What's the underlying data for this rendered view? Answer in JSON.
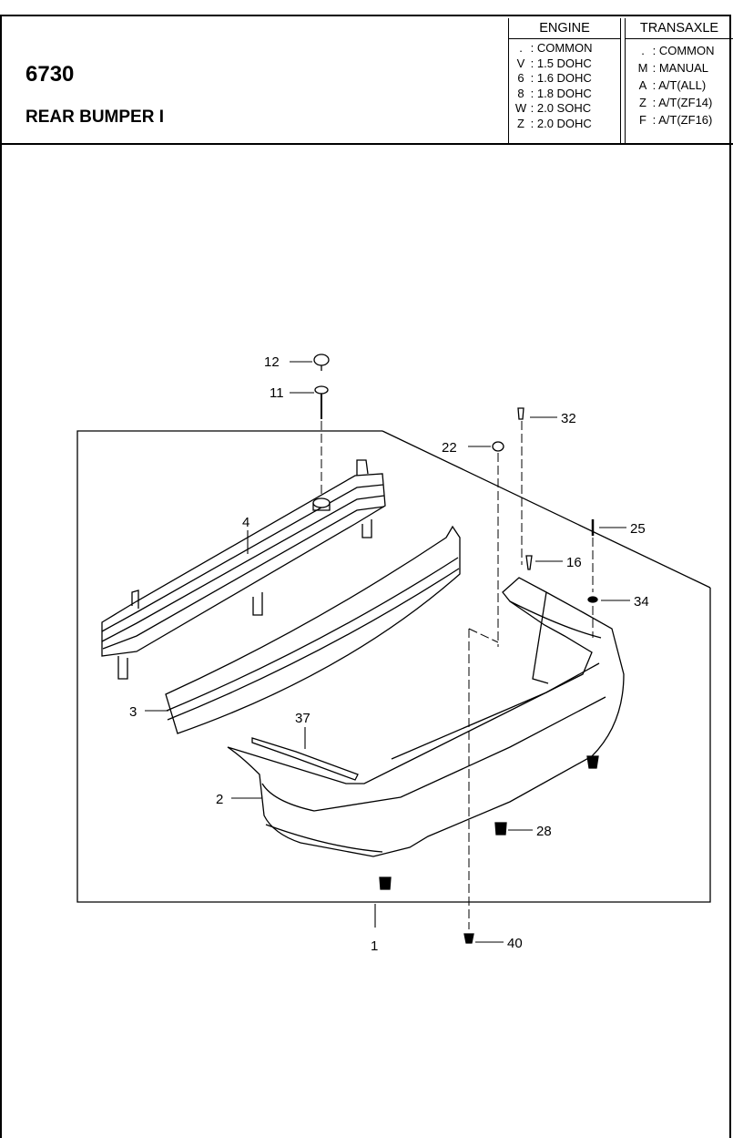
{
  "header": {
    "part_number": "6730",
    "title": "REAR BUMPER I"
  },
  "engine": {
    "heading": "ENGINE",
    "rows": [
      {
        "code": ".",
        "desc": ": COMMON"
      },
      {
        "code": "V",
        "desc": ": 1.5 DOHC"
      },
      {
        "code": "6",
        "desc": ": 1.6 DOHC"
      },
      {
        "code": "8",
        "desc": ": 1.8 DOHC"
      },
      {
        "code": "W",
        "desc": ": 2.0 SOHC"
      },
      {
        "code": "Z",
        "desc": ": 2.0 DOHC"
      }
    ]
  },
  "transaxle": {
    "heading": "TRANSAXLE",
    "rows": [
      {
        "code": ".",
        "desc": ": COMMON"
      },
      {
        "code": "M",
        "desc": ": MANUAL"
      },
      {
        "code": "A",
        "desc": ": A/T(ALL)"
      },
      {
        "code": "Z",
        "desc": ": A/T(ZF14)"
      },
      {
        "code": "F",
        "desc": ": A/T(ZF16)"
      }
    ]
  },
  "callouts": {
    "c12": "12",
    "c11": "11",
    "c32": "32",
    "c22": "22",
    "c4": "4",
    "c25": "25",
    "c16": "16",
    "c34": "34",
    "c3": "3",
    "c37": "37",
    "c2": "2",
    "c28": "28",
    "c1": "1",
    "c40": "40"
  }
}
